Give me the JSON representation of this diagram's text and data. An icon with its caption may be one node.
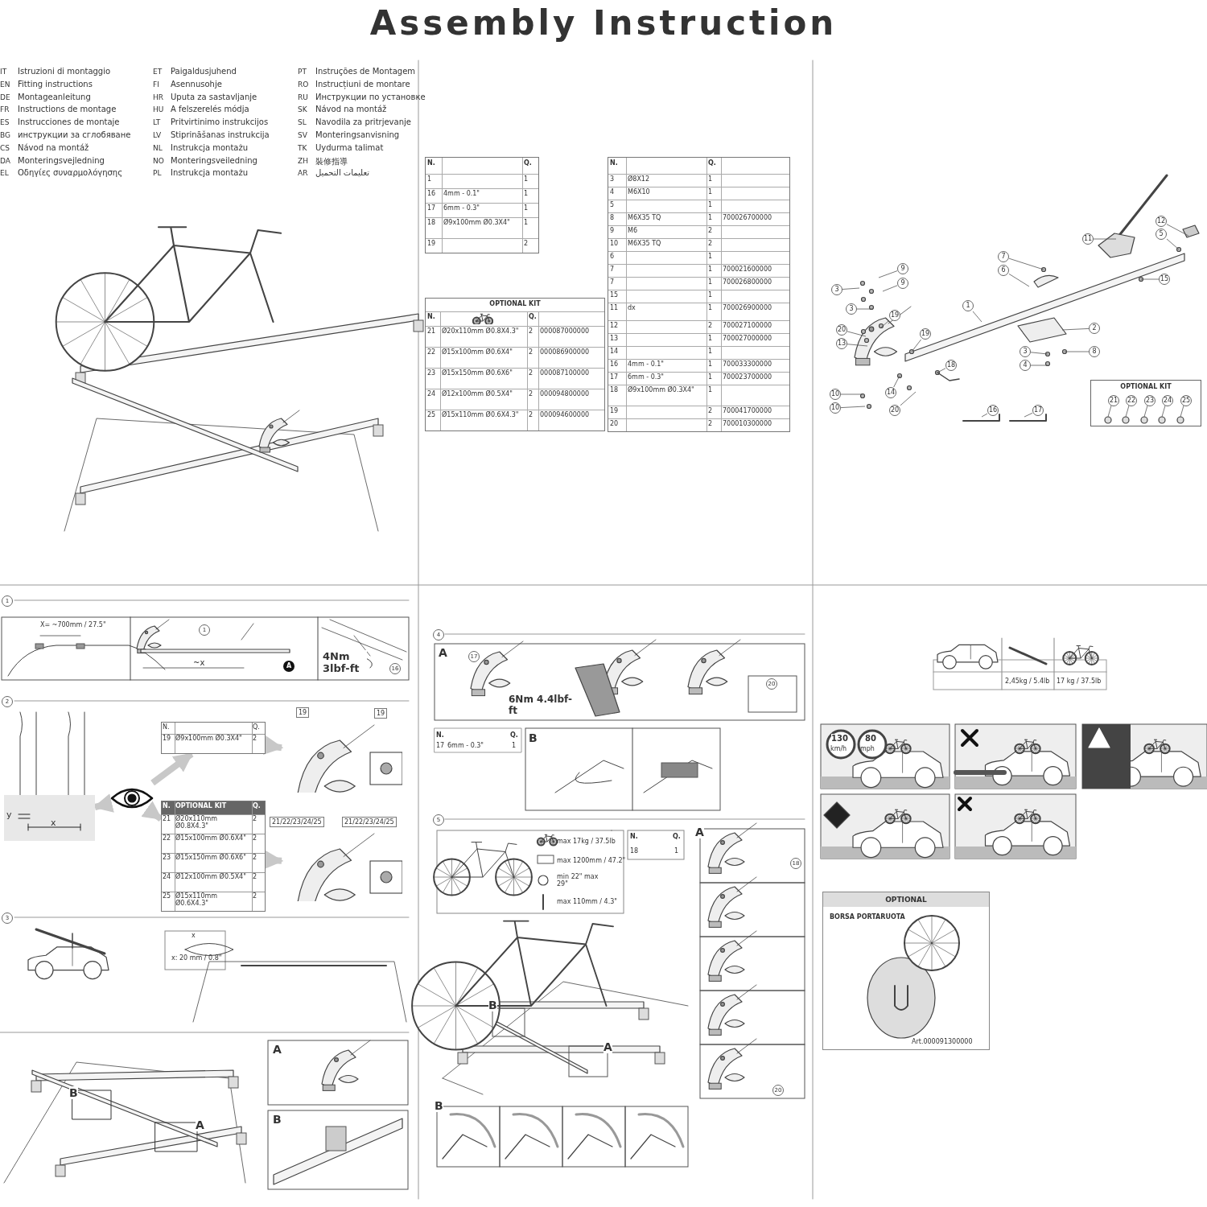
{
  "diagram": {
    "title": "Assembly Instruction",
    "nodes": [
      {
        "text": [
          "12"
        ]
      },
      {
        "text": [
          "5"
        ]
      },
      {
        "text": [
          "11"
        ]
      },
      {
        "text": [
          "7"
        ]
      },
      {
        "text": [
          "6"
        ]
      },
      {
        "text": [
          "9"
        ]
      },
      {
        "text": [
          "9"
        ]
      },
      {
        "text": [
          "15"
        ]
      },
      {
        "text": [
          "3"
        ]
      },
      {
        "text": [
          "3"
        ]
      },
      {
        "text": [
          "19"
        ]
      },
      {
        "text": [
          "1"
        ]
      },
      {
        "text": [
          "20"
        ]
      },
      {
        "text": [
          "13"
        ]
      },
      {
        "text": [
          "19"
        ]
      },
      {
        "text": [
          "2"
        ]
      },
      {
        "text": [
          "3"
        ]
      },
      {
        "text": [
          "8"
        ]
      },
      {
        "text": [
          "4"
        ]
      },
      {
        "text": [
          "18"
        ]
      },
      {
        "text": [
          "10"
        ]
      },
      {
        "text": [
          "14"
        ]
      },
      {
        "text": [
          "10"
        ]
      },
      {
        "text": [
          "20"
        ]
      },
      {
        "text": [
          "16"
        ]
      },
      {
        "text": [
          "17"
        ]
      },
      {
        "text": [
          "OPTIONAL KIT"
        ]
      },
      {
        "text": [
          "21"
        ],
        "in": 26
      },
      {
        "text": [
          "22"
        ],
        "in": 26
      },
      {
        "text": [
          "23"
        ],
        "in": 26
      },
      {
        "text": [
          "24"
        ],
        "in": 26
      },
      {
        "text": [
          "25"
        ],
        "in": 26
      },
      {
        "text": [],
        "shape": "picture"
      },
      {
        "text": [
          "y",
          "x"
        ]
      },
      {
        "text": [
          "N.",
          "Q.",
          "19",
          "Ø9x100mm Ø0.3X4\"",
          "2"
        ]
      },
      {
        "text": [
          "N.",
          "OPTIONAL KIT",
          "Q.",
          "21",
          "Ø20x110mm Ø0.8X4.3\"",
          "2",
          "22",
          "Ø15x100mm Ø0.6X4\"",
          "2",
          "23",
          "Ø15x150mm Ø0.6X6\"",
          "2",
          "24",
          "Ø12x100mm Ø0.5X4\"",
          "2",
          "25",
          "Ø15x110mm Ø0.6X4.3\"",
          "2"
        ]
      },
      {
        "text": [],
        "shape": "picture",
        "beside": [
          "19",
          "19"
        ]
      },
      {
        "text": [],
        "shape": "picture",
        "beside": [
          "21/22/23/24/25",
          "21/22/23/24/25"
        ]
      },
      {
        "text": [
          "OPTIONAL",
          "BORSA PORTARUOTA",
          "Art.000091300000"
        ]
      },
      {
        "text": [
          "N.",
          "Q.",
          "1",
          "1",
          "16",
          "4mm - 0.1\"",
          "1",
          "17",
          "6mm - 0.3\"",
          "1",
          "18",
          "Ø9x100mm Ø0.3X4\"",
          "1",
          "19",
          "2"
        ]
      },
      {
        "text": [
          "N.",
          "Q.",
          "3",
          "Ø8X12",
          "1",
          "4",
          "M6X10",
          "1",
          "5",
          "1",
          "8",
          "M6X35 TQ",
          "1",
          "700026700000",
          "9",
          "M6",
          "2",
          "10",
          "M6X35 TQ",
          "2",
          "6",
          "1",
          "7",
          "1",
          "700021600000",
          "7",
          "1",
          "700026800000",
          "15",
          "1",
          "11",
          "dx",
          "1",
          "700026900000",
          "12",
          "2",
          "700027100000",
          "13",
          "1",
          "700027000000",
          "14",
          "1",
          "16",
          "4mm - 0.1\"",
          "1",
          "700033300000",
          "17",
          "6mm - 0.3\"",
          "1",
          "700023700000",
          "18",
          "Ø9x100mm Ø0.3X4\"",
          "1",
          "19",
          "2",
          "700041700000",
          "20",
          "2",
          "700010300000"
        ]
      },
      {
        "text": [
          "OPTIONAL KIT",
          "N.",
          "Q.",
          "21",
          "Ø20x110mm Ø0.8X4.3\"",
          "2",
          "000087000000",
          "22",
          "Ø15x100mm Ø0.6X4\"",
          "2",
          "000086900000",
          "23",
          "Ø15x150mm Ø0.6X6\"",
          "2",
          "000087100000",
          "24",
          "Ø12x100mm Ø0.5X4\"",
          "2",
          "000094800000",
          "25",
          "Ø15x110mm Ø0.6X4.3\"",
          "2",
          "000094600000"
        ]
      }
    ],
    "edges": [
      {
        "from": 0,
        "to": null,
        "arrow": "none"
      },
      {
        "from": 1,
        "to": null,
        "arrow": "none"
      },
      {
        "from": 2,
        "to": null,
        "arrow": "none"
      },
      {
        "from": 3,
        "to": null,
        "arrow": "none"
      },
      {
        "from": 4,
        "to": null,
        "arrow": "none"
      },
      {
        "from": 5,
        "to": null,
        "arrow": "none"
      },
      {
        "from": 6,
        "to": null,
        "arrow": "none"
      },
      {
        "from": 7,
        "to": null,
        "arrow": "none"
      },
      {
        "from": 8,
        "to": null,
        "arrow": "none"
      },
      {
        "from": 9,
        "to": null,
        "arrow": "none"
      },
      {
        "from": 10,
        "to": null,
        "arrow": "none"
      },
      {
        "from": 11,
        "to": null,
        "arrow": "none"
      },
      {
        "from": 12,
        "to": null,
        "arrow": "none"
      },
      {
        "from": 13,
        "to": null,
        "arrow": "none"
      },
      {
        "from": 14,
        "to": null,
        "arrow": "none"
      },
      {
        "from": 15,
        "to": null,
        "arrow": "none"
      },
      {
        "from": 16,
        "to": null,
        "arrow": "none"
      },
      {
        "from": 17,
        "to": null,
        "arrow": "none"
      },
      {
        "from": 18,
        "to": null,
        "arrow": "none"
      },
      {
        "from": 19,
        "to": null,
        "arrow": "none"
      },
      {
        "from": 20,
        "to": null,
        "arrow": "none"
      },
      {
        "from": 21,
        "to": null,
        "arrow": "none"
      },
      {
        "from": 22,
        "to": null,
        "arrow": "none"
      },
      {
        "from": 23,
        "to": null,
        "arrow": "none"
      },
      {
        "from": 24,
        "to": null,
        "arrow": "none"
      },
      {
        "from": 25,
        "to": null,
        "arrow": "none"
      },
      {
        "from": 27,
        "to": null,
        "arrow": "none"
      },
      {
        "from": 28,
        "to": null,
        "arrow": "none"
      },
      {
        "from": 29,
        "to": null,
        "arrow": "none"
      },
      {
        "from": 30,
        "to": null,
        "arrow": "none"
      },
      {
        "from": 31,
        "to": null,
        "arrow": "none"
      },
      {
        "from": 32,
        "to": 33,
        "arrow": "to",
        "style": "thick",
        "color": "#c8c8c8"
      },
      {
        "from": 32,
        "to": 34,
        "arrow": "to",
        "style": "thick",
        "color": "#c8c8c8"
      },
      {
        "from": 32,
        "to": 35,
        "arrow": "to",
        "style": "thick",
        "color": "#c8c8c8"
      },
      {
        "from": 34,
        "to": 36,
        "arrow": "to",
        "style": "thick",
        "color": "#c8c8c8"
      },
      {
        "from": 35,
        "to": 37,
        "arrow": "to",
        "style": "thick",
        "color": "#c8c8c8"
      }
    ],
    "labels": [
      "IT",
      "Istruzioni di montaggio",
      "EN",
      "Fitting instructions",
      "DE",
      "Montageanleitung",
      "FR",
      "Instructions de montage",
      "ES",
      "Instrucciones de montaje",
      "BG",
      "инструкции за сглобяване",
      "CS",
      "Návod na montáž",
      "DA",
      "Monteringsvejledning",
      "EL",
      "Οδηγίες συναρμολόγησης",
      "ET",
      "Paigaldusjuhend",
      "FI",
      "Asennusohje",
      "HR",
      "Uputa za sastavljanje",
      "HU",
      "A felszerelés módja",
      "LT",
      "Pritvirtinimo instrukcijos",
      "LV",
      "Stiprināšanas instrukcija",
      "NL",
      "Instrukcja montażu",
      "NO",
      "Monteringsveiledning",
      "PL",
      "Instrukcja montażu",
      "PT",
      "Instruções de Montagem",
      "RO",
      "Instrucțiuni de montare",
      "RU",
      "Инструкции по установке",
      "SK",
      "Návod na montáž",
      "SL",
      "Navodila za pritrjevanje",
      "SV",
      "Monteringsanvisning",
      "TK",
      "Uydurma talimat",
      "ZH",
      "裝修指導",
      "AR",
      "تعليمات التحميل",
      "1",
      "X= ~700mm / 27.5\"",
      "1",
      "~x",
      "A",
      "4Nm 3lbf-ft",
      "16",
      "2",
      "3",
      "x: 20 mm / 0.8\"",
      "x",
      "B",
      "A",
      "A",
      "B",
      "4",
      "A",
      "17",
      "6Nm 4.4lbf-ft",
      "20",
      "N.",
      "Q.",
      "17",
      "6mm - 0.3\"",
      "1",
      "B",
      "5",
      "max 17kg / 37.5lb",
      "max 1200mm / 47.2\"",
      "min 22\" max 29\"",
      "max 110mm / 4.3\"",
      "N.",
      "Q.",
      "18",
      "1",
      "A",
      "18",
      "20",
      "B",
      "A",
      "B",
      "2,45kg / 5.4lb",
      "17 kg / 37.5lb",
      "130",
      "km/h",
      "80",
      "mph"
    ]
  }
}
